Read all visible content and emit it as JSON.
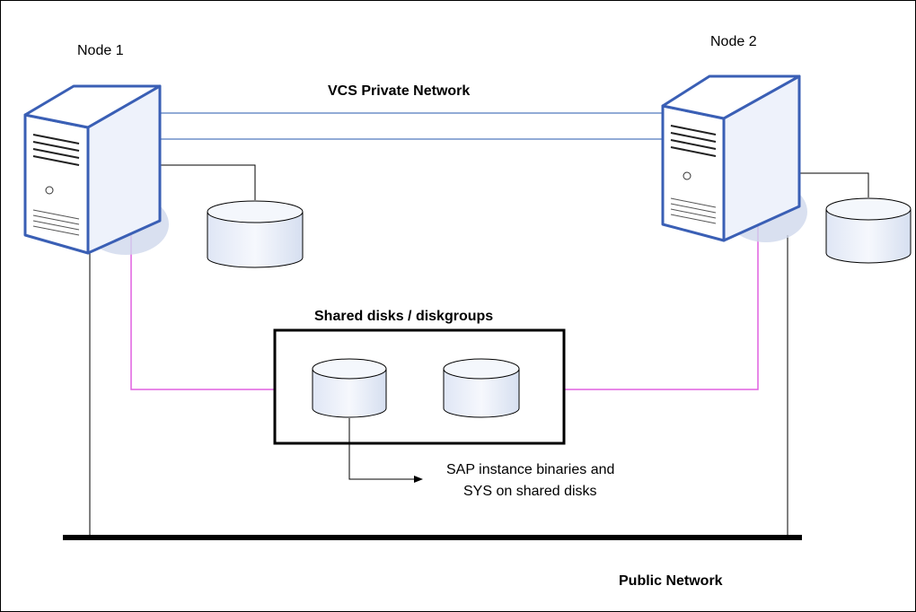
{
  "diagram": {
    "node1_label": "Node 1",
    "node2_label": "Node 2",
    "private_network_label": "VCS Private Network",
    "shared_disks_label": "Shared disks / diskgroups",
    "annotation_line1": "SAP instance binaries and",
    "annotation_line2": "SYS on shared disks",
    "public_network_label": "Public Network"
  },
  "colors": {
    "private_link": "#6f8fc8",
    "shared_link": "#e060e0",
    "server_outline": "#3a5fb5",
    "server_body": "#ffffff",
    "server_side": "#eef2fb",
    "server_shadow": "#cfd8ec",
    "disk_fill": "#ecf1fa",
    "line": "#000000"
  }
}
